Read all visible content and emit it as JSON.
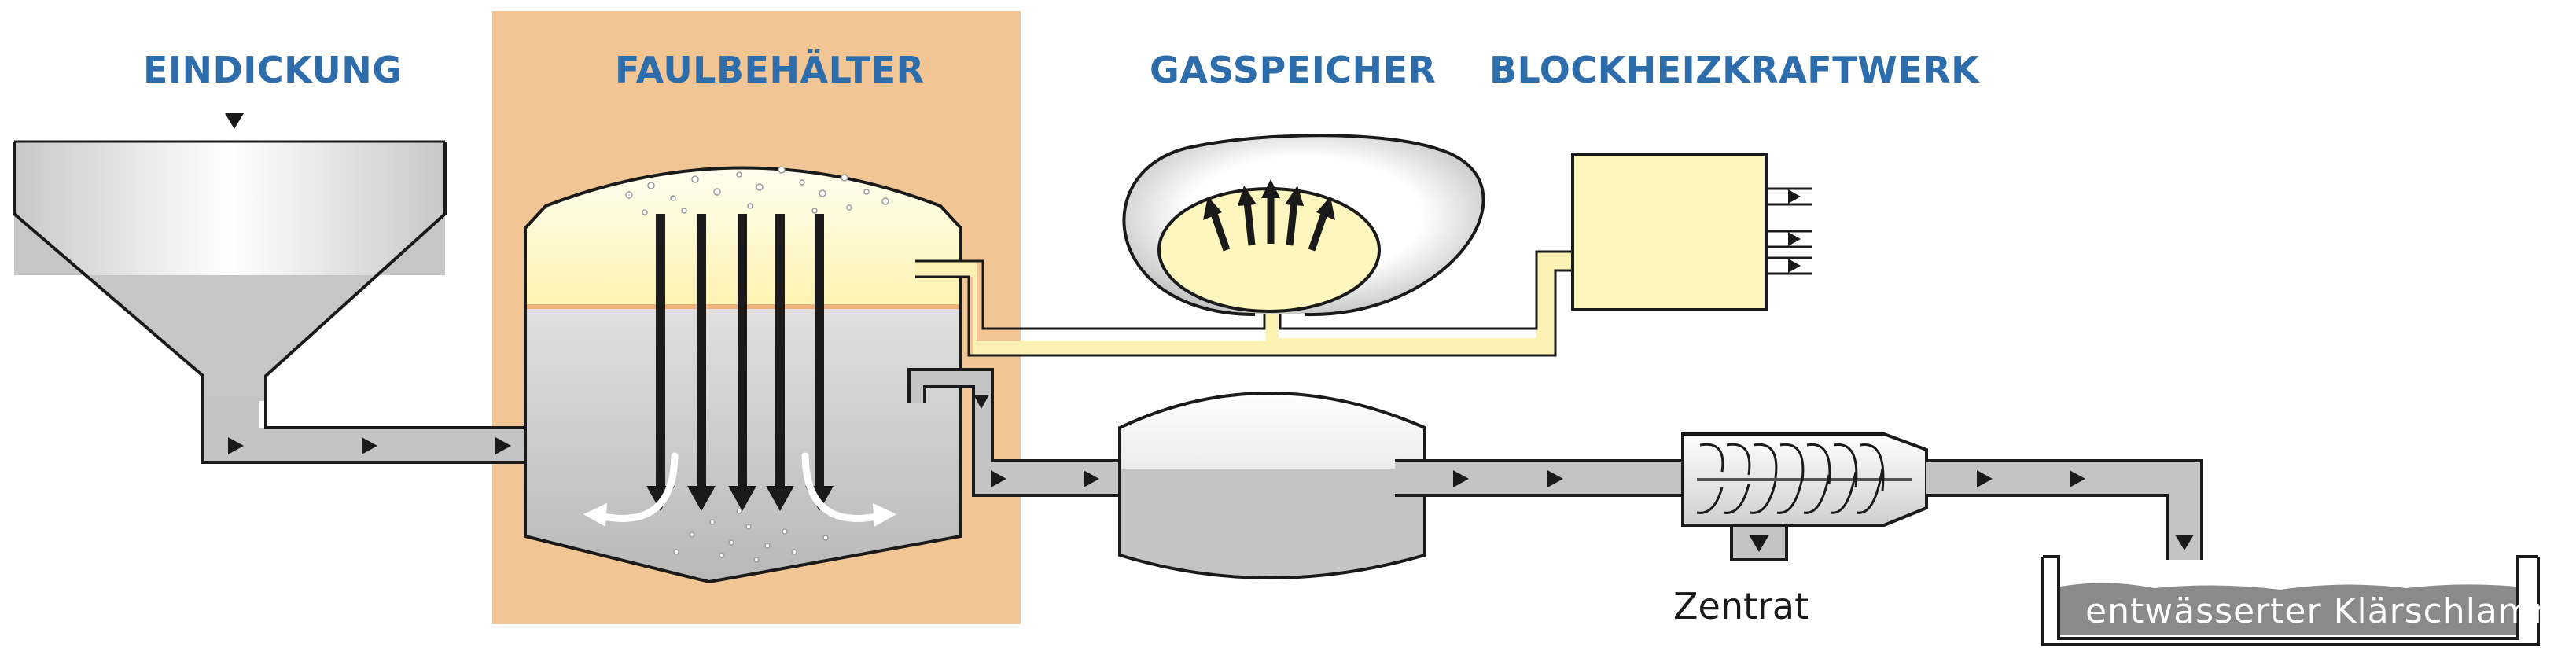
{
  "stages": {
    "eindickung": "EINDICKUNG",
    "faulbehaelter": "FAULBEHÄLTER",
    "gasspeicher": "GASSPEICHER",
    "blockheizkraftwerk": "BLOCKHEIZKRAFTWERK"
  },
  "outputs": {
    "zentrat": "Zentrat",
    "sludge": "entwässerter Klärschlamm"
  },
  "colors": {
    "stage_title": "#2e6dab",
    "digester_zone": "#f2c595",
    "gas": "#fdf6bf",
    "sludge_grey": "#c4c4c4",
    "outline": "#1a1a1a"
  }
}
